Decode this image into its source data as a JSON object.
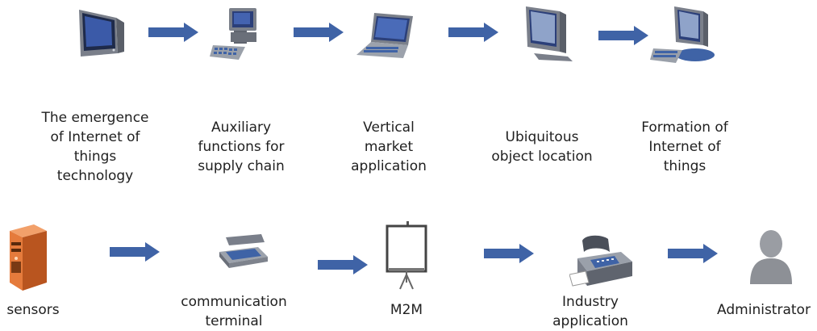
{
  "top_row": [
    {
      "label": "The emergence\nof Internet of\nthings\ntechnology",
      "icon": "crt-monitor-icon"
    },
    {
      "label": "Auxiliary\nfunctions for\nsupply chain",
      "icon": "desktop-computer-icon"
    },
    {
      "label": "Vertical\nmarket\napplication",
      "icon": "laptop-icon"
    },
    {
      "label": "Ubiquitous\nobject location",
      "icon": "flat-monitor-icon"
    },
    {
      "label": "Formation of\nInternet of\nthings",
      "icon": "workstation-icon"
    }
  ],
  "bottom_row": [
    {
      "label": "sensors",
      "icon": "server-icon"
    },
    {
      "label": "communication\nterminal",
      "icon": "scanner-icon"
    },
    {
      "label": "M2M",
      "icon": "projection-screen-icon"
    },
    {
      "label": "Industry\napplication",
      "icon": "fax-machine-icon"
    },
    {
      "label": "Administrator",
      "icon": "user-icon"
    }
  ],
  "colors": {
    "arrow": "#3F63A6",
    "text": "#1f1f1f"
  }
}
